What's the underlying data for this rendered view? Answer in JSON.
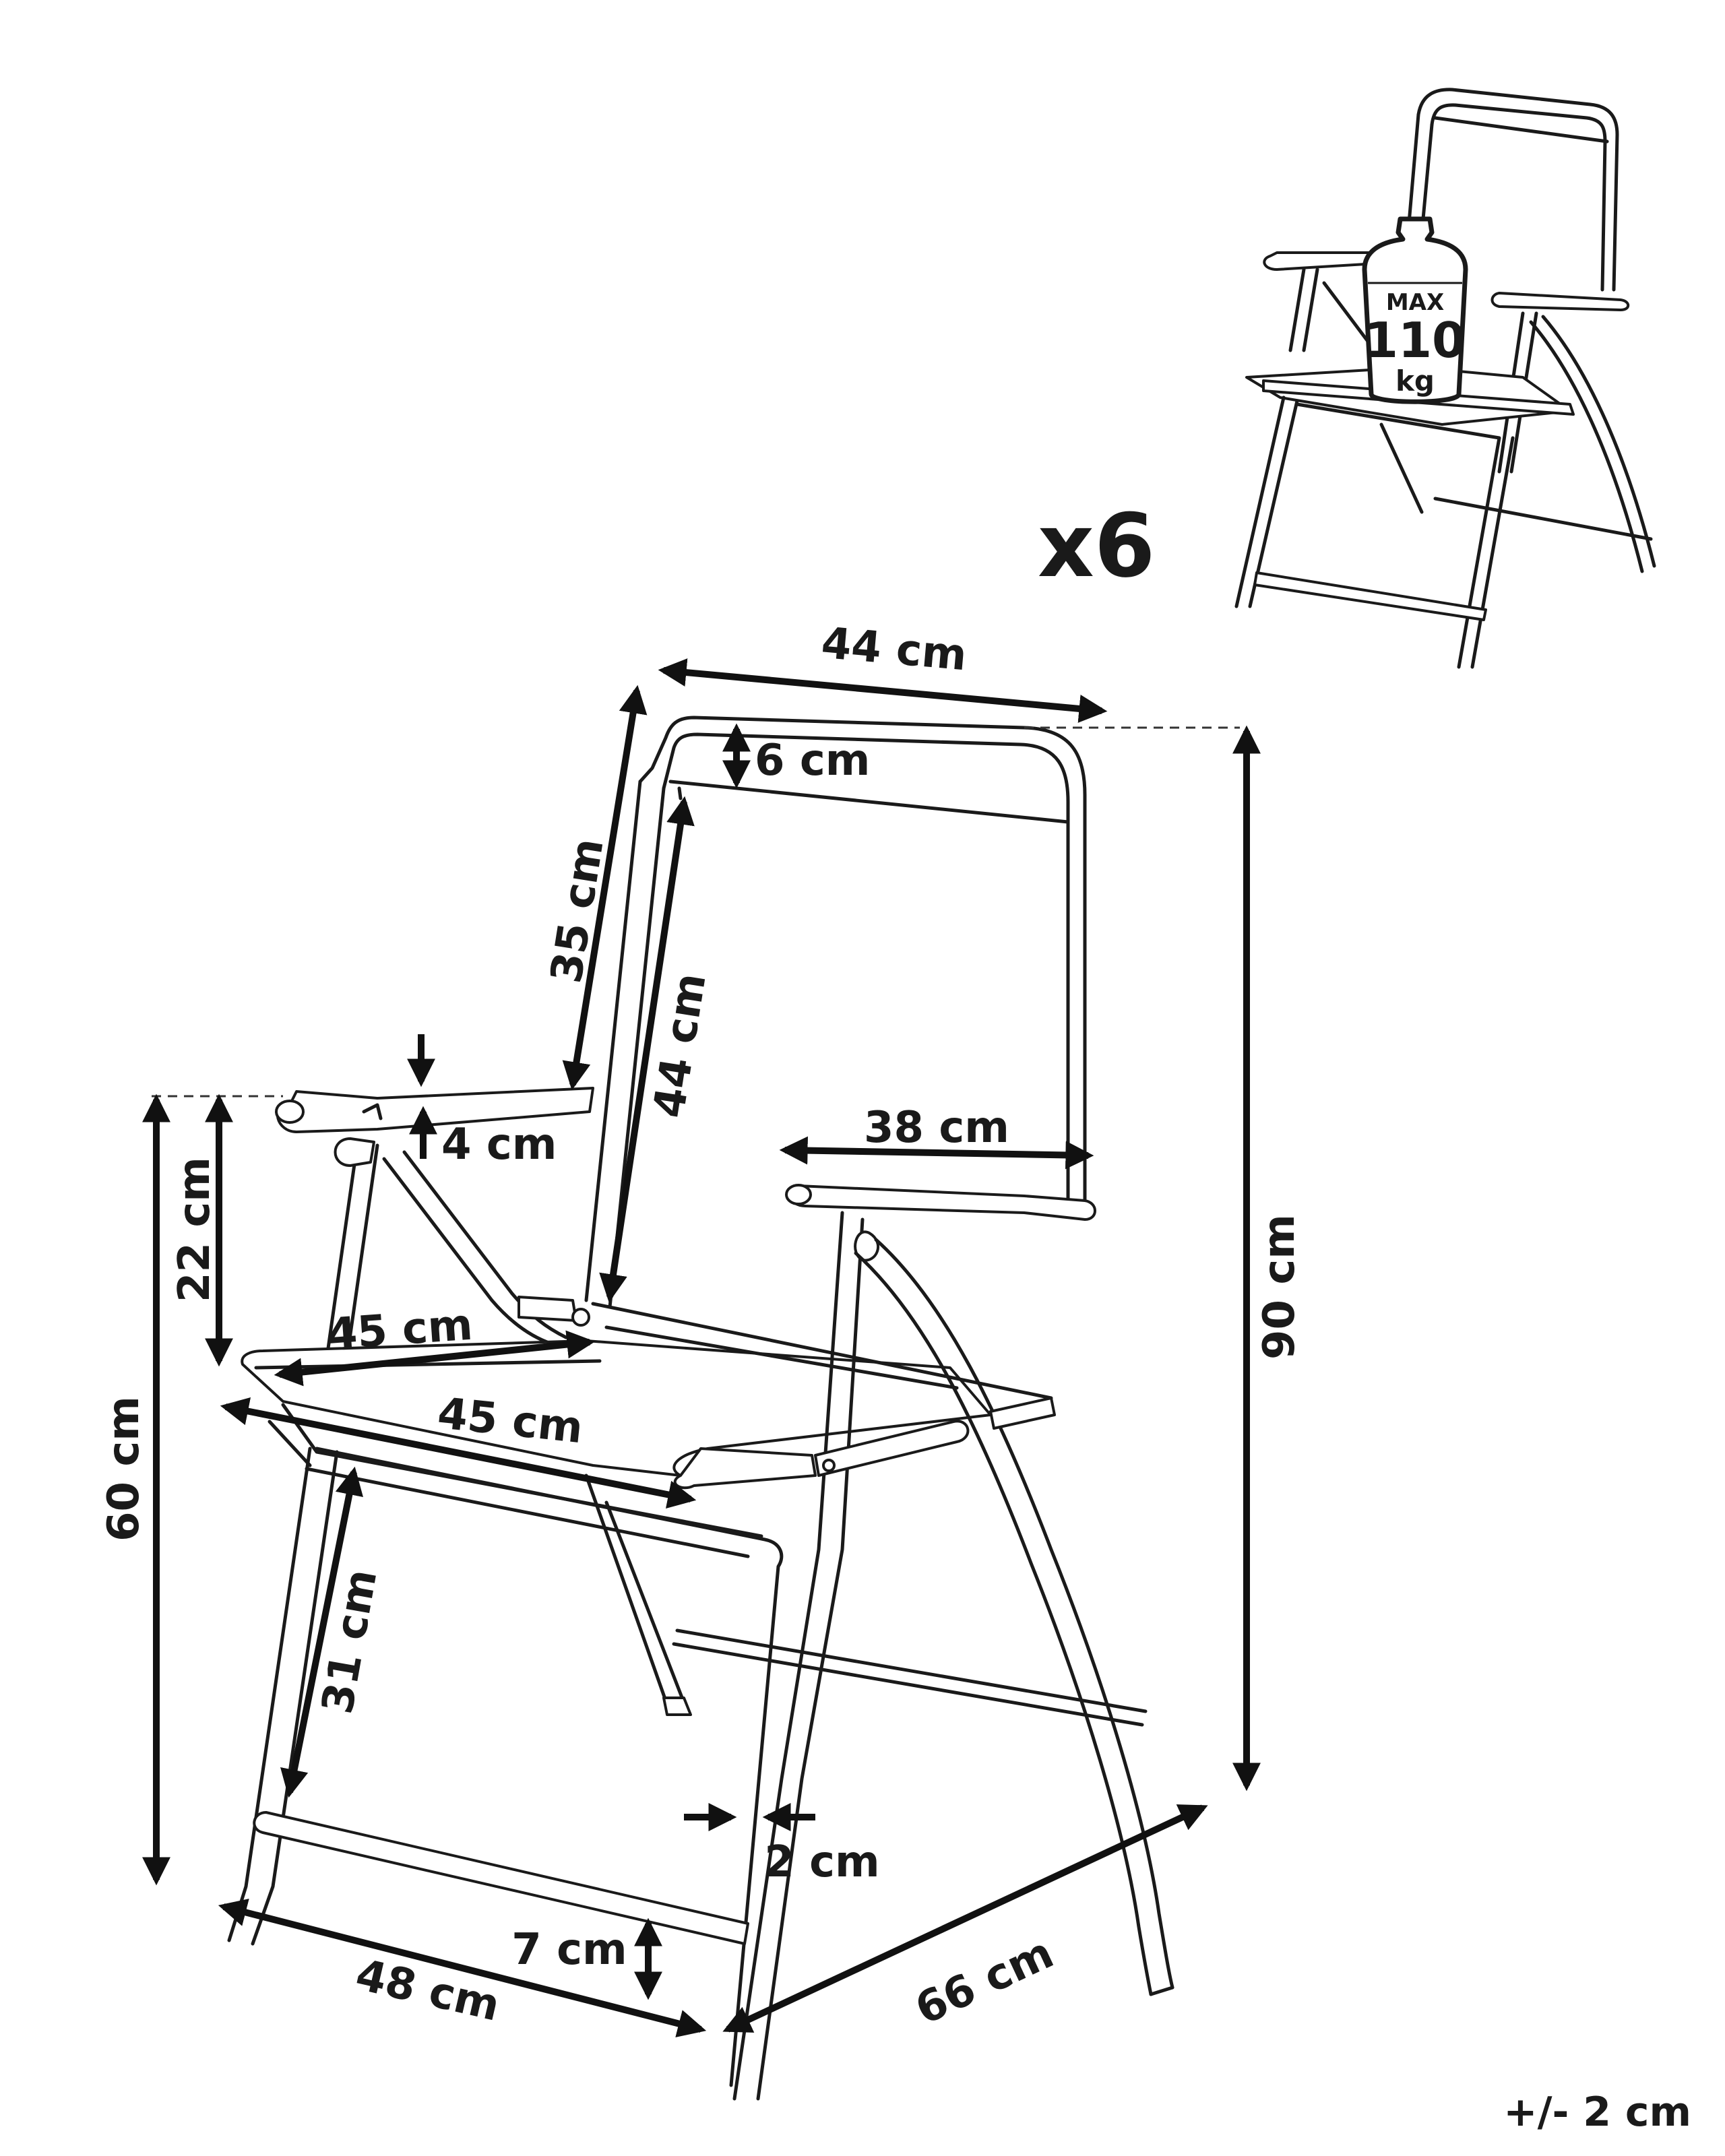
{
  "quantity_label": "x6",
  "tolerance": "+/- 2 cm",
  "weight_badge": {
    "line1": "MAX",
    "line2": "110",
    "line3": "kg"
  },
  "dimensions": {
    "backrest_width": "44 cm",
    "headband_height": "6 cm",
    "backrest_length": "35 cm",
    "backrest_fabric_height": "44 cm",
    "armrest_height_above_seat": "22 cm",
    "armrest_thickness": "4 cm",
    "armrest_length": "38 cm",
    "seat_depth": "45 cm",
    "seat_width": "45 cm",
    "armrest_floor_height": "60 cm",
    "total_height": "90 cm",
    "seat_floor_height": "31 cm",
    "tube_diameter": "2 cm",
    "base_width": "48 cm",
    "crossbar_height": "7 cm",
    "base_depth": "66 cm"
  }
}
